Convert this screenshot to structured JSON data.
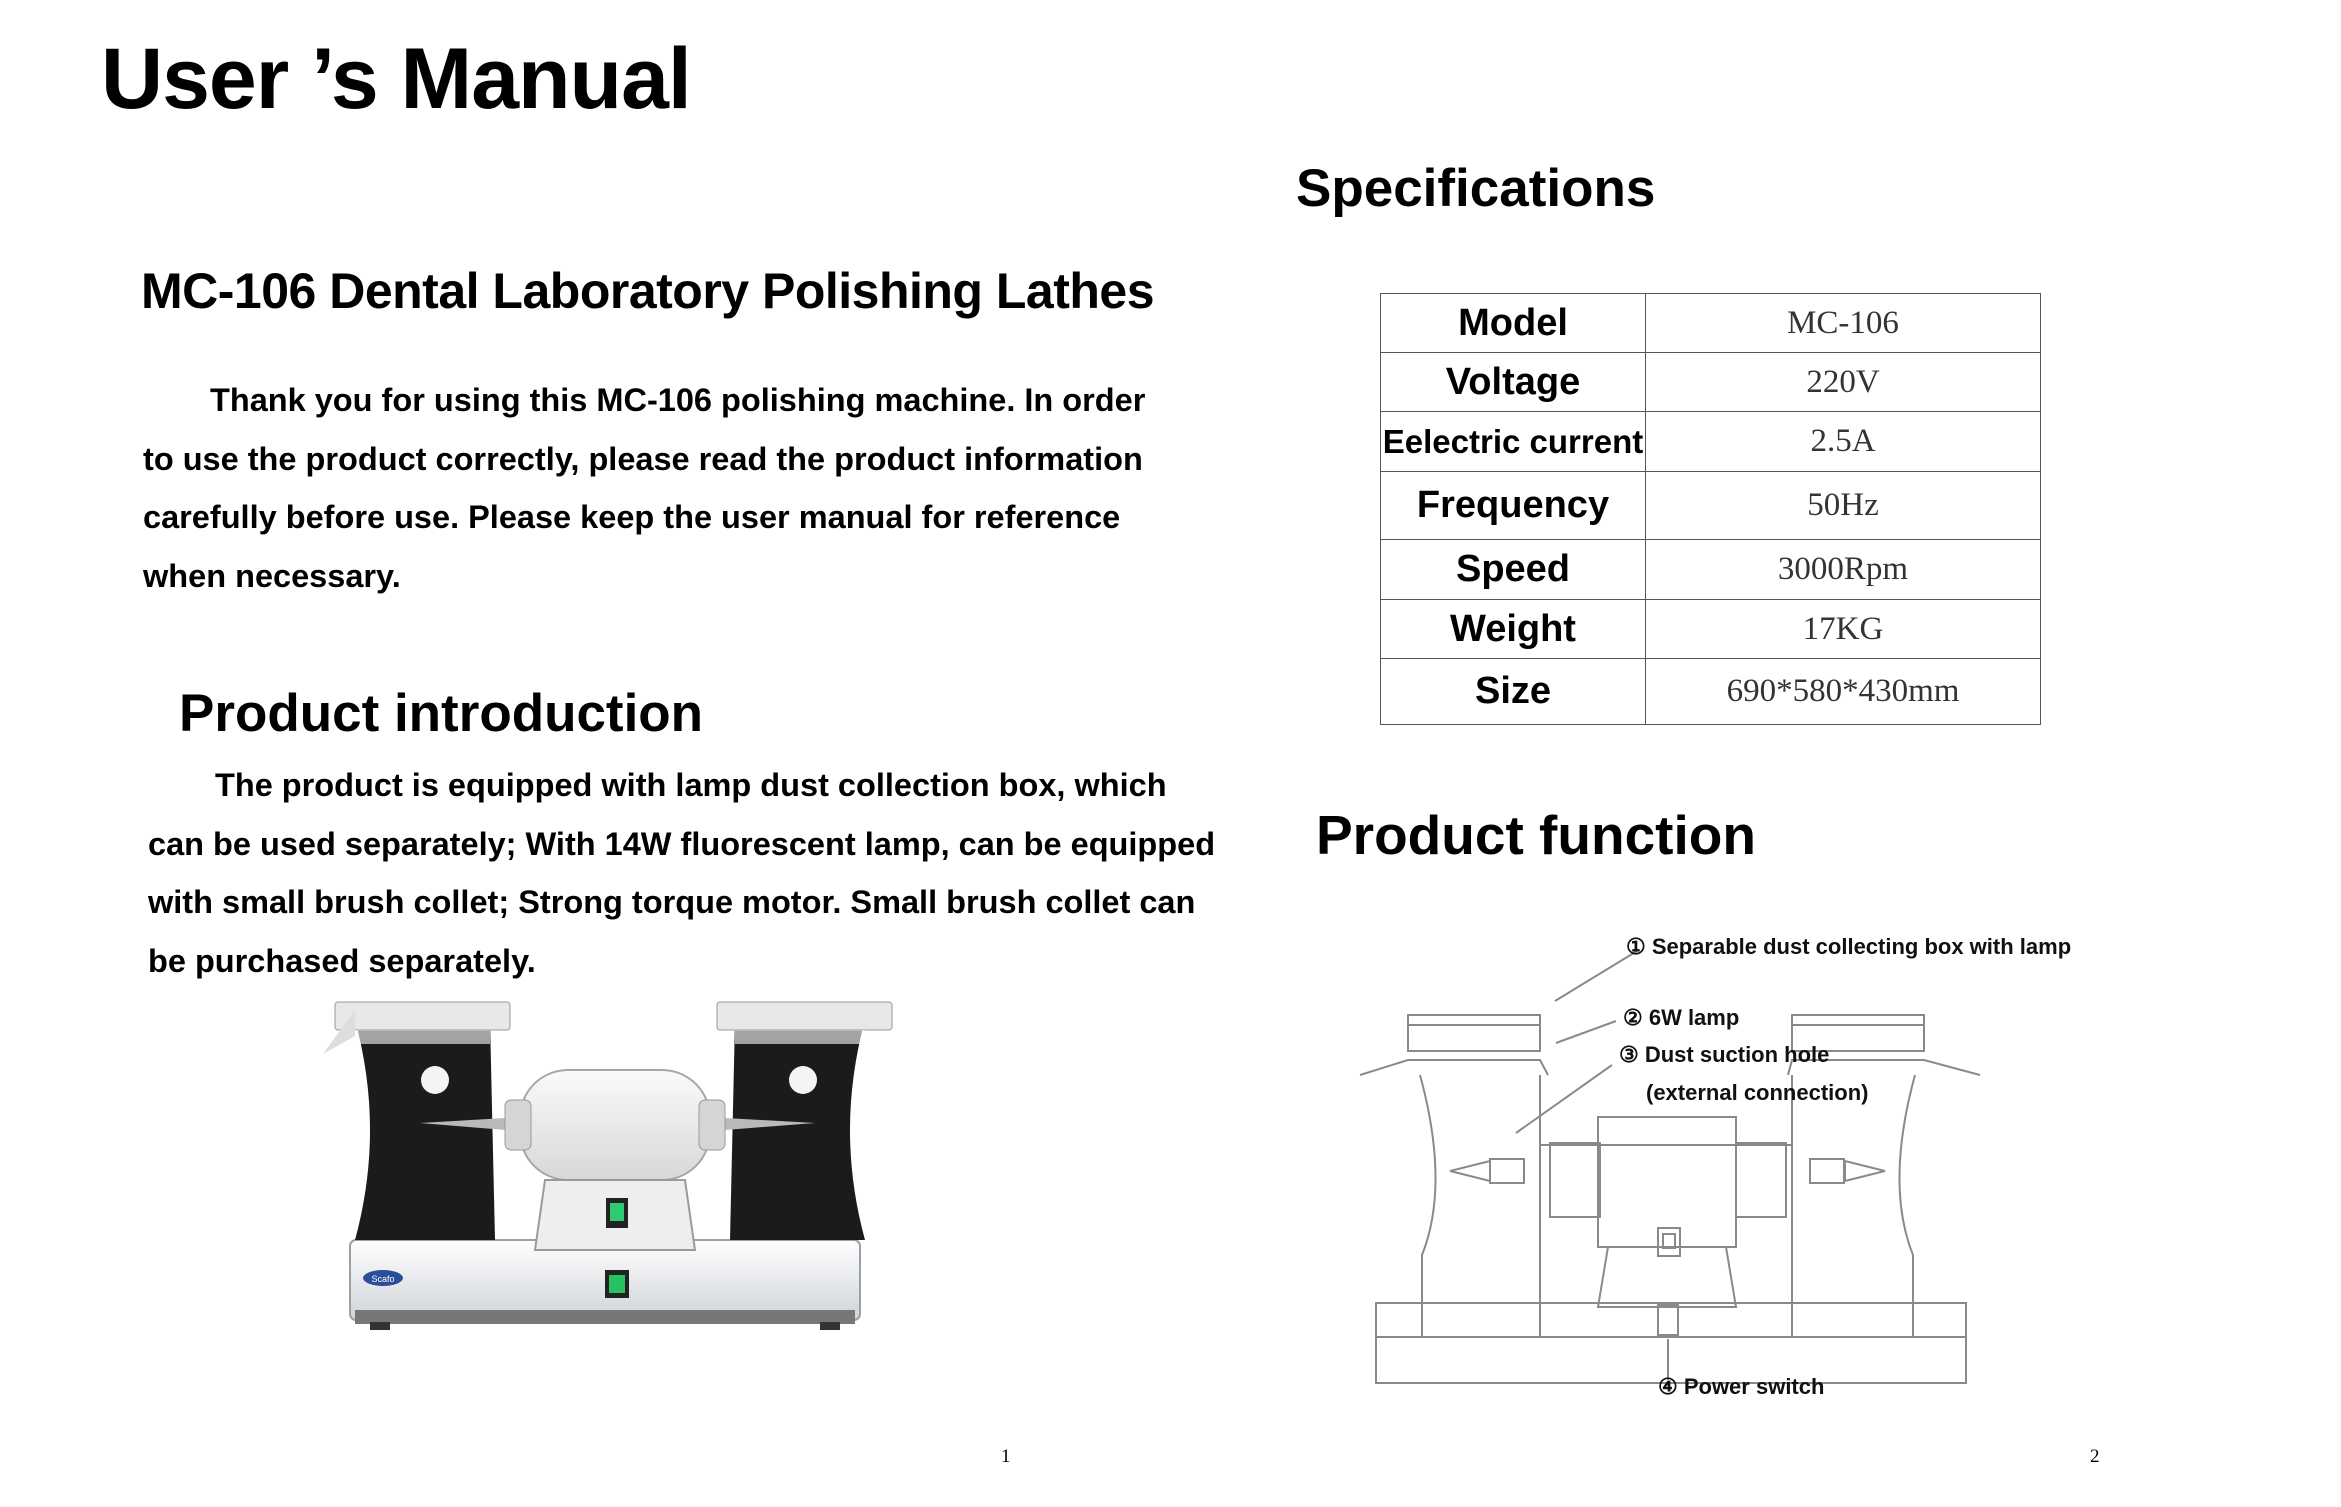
{
  "page1": {
    "title": "User ’s Manual",
    "product_heading": "MC-106 Dental Laboratory Polishing Lathes",
    "thanks_lines": [
      "Thank you for using this MC-106 polishing machine. In order",
      "to use the product correctly, please read the product information",
      "carefully before use. Please keep the user manual for reference",
      "when necessary."
    ],
    "intro_heading": "Product introduction",
    "intro_lines": [
      "The product is equipped with lamp dust collection box, which",
      "can be used separately; With 14W fluorescent lamp, can be equipped",
      "with small brush collet; Strong torque motor. Small brush collet can",
      "be purchased separately."
    ],
    "page_number": "1"
  },
  "page2": {
    "spec_heading": "Specifications",
    "specs": [
      {
        "label": "Model",
        "value": "MC-106"
      },
      {
        "label": "Voltage",
        "value": "220V"
      },
      {
        "label": "Eelectric current",
        "value": "2.5A"
      },
      {
        "label": "Frequency",
        "value": "50Hz"
      },
      {
        "label": "Speed",
        "value": "3000Rpm"
      },
      {
        "label": "Weight",
        "value": "17KG"
      },
      {
        "label": "Size",
        "value": "690*580*430mm"
      }
    ],
    "function_heading": "Product function",
    "callouts": {
      "c1": "① Separable dust collecting box with lamp",
      "c2": "②  6W lamp",
      "c3": "③ Dust suction hole",
      "c3b": "(external connection)",
      "c4": "④ Power switch"
    },
    "photo_badge": "Scafo",
    "page_number": "2"
  }
}
